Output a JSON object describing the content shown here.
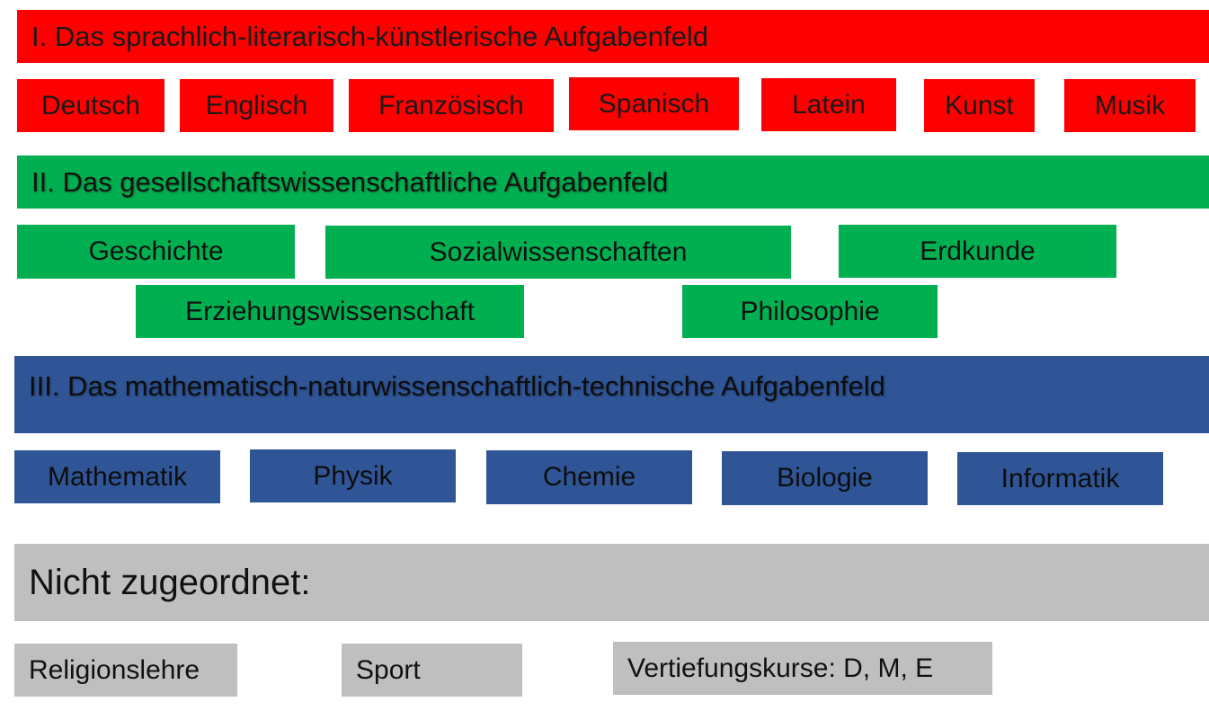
{
  "field_1": {
    "title": "I. Das sprachlich-literarisch-künstlerische Aufgabenfeld",
    "subjects": [
      "Deutsch",
      "Englisch",
      "Französisch",
      "Spanisch",
      "Latein",
      "Kunst",
      "Musik"
    ]
  },
  "field_2": {
    "title": "II. Das gesellschaftswissenschaftliche Aufgabenfeld",
    "subjects": [
      "Geschichte",
      "Sozialwissenschaften",
      "Erdkunde",
      "Erziehungswissenschaft",
      "Philosophie"
    ]
  },
  "field_3": {
    "title": "III. Das mathematisch-naturwissenschaftlich-technische Aufgabenfeld",
    "subjects": [
      "Mathematik",
      "Physik",
      "Chemie",
      "Biologie",
      "Informatik"
    ]
  },
  "unassigned": {
    "title": "Nicht zugeordnet:",
    "subjects": [
      "Religionslehre",
      "Sport",
      "Vertiefungskurse: D, M, E"
    ]
  },
  "colors": {
    "field_1": "#ff0000",
    "field_2": "#00b050",
    "field_3": "#2f5597",
    "unassigned": "#bfbfbf"
  }
}
